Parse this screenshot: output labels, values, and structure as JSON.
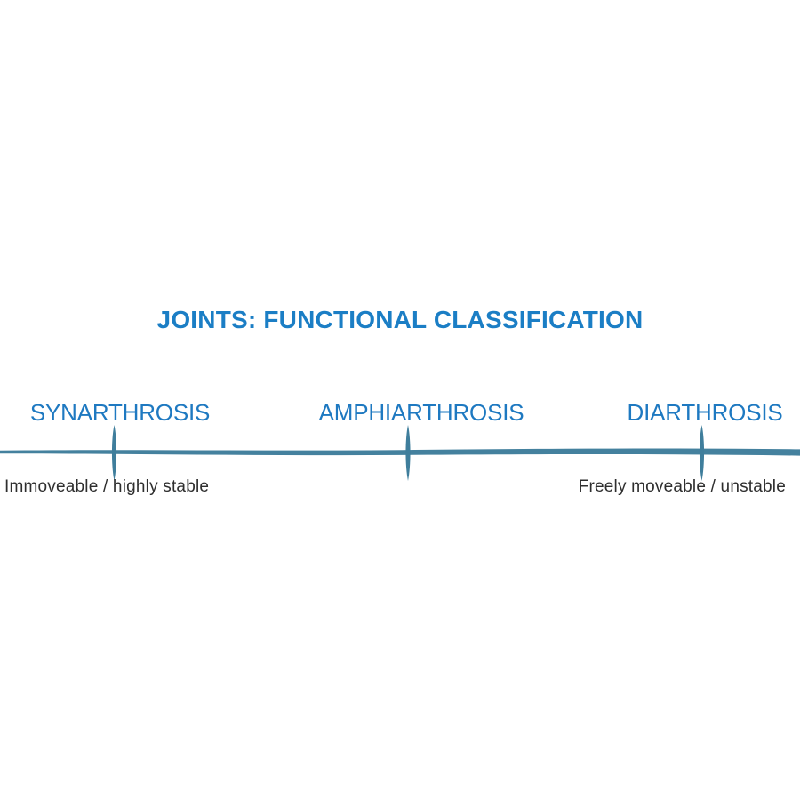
{
  "title": {
    "text": "JOINTS: FUNCTIONAL CLASSIFICATION"
  },
  "spectrum": {
    "categories": [
      {
        "label": "SYNARTHROSIS"
      },
      {
        "label": "AMPHIARTHROSIS"
      },
      {
        "label": "DIARTHROSIS"
      }
    ],
    "left_end_label": "Immoveable / highly stable",
    "right_end_label": "Freely moveable / unstable"
  },
  "colors": {
    "background": "#ffffff",
    "title_blue": "#1b7ec5",
    "category_blue": "#1e79c1",
    "line_teal": "#44819e",
    "tick_teal": "#3f7e9c",
    "end_label_dark": "#2e2e2e"
  }
}
